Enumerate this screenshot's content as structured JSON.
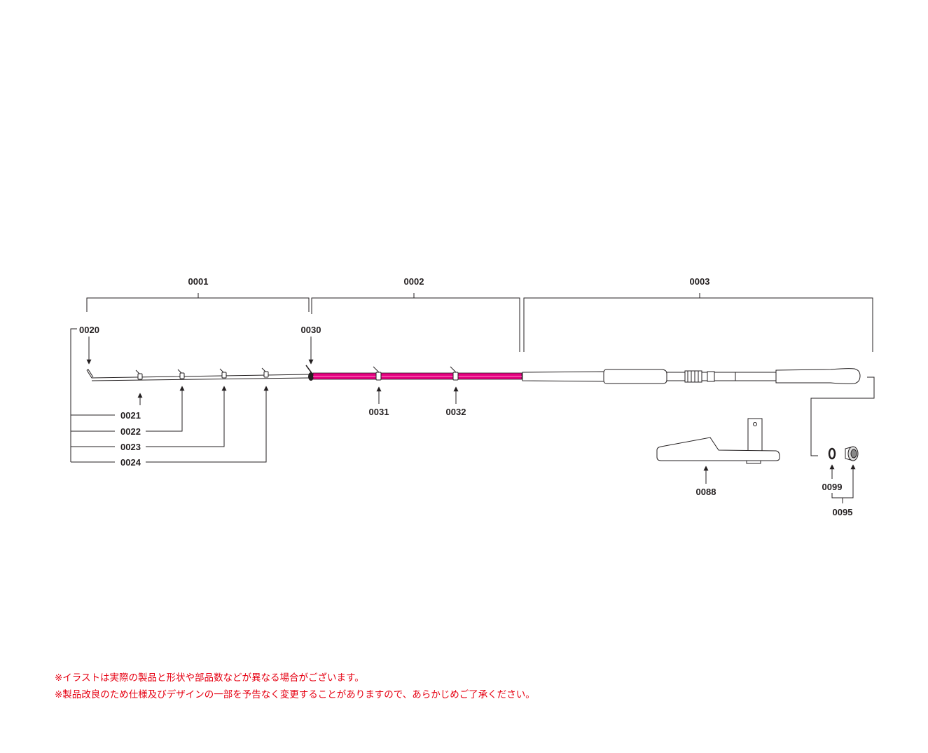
{
  "labels": {
    "l0001": "0001",
    "l0002": "0002",
    "l0003": "0003",
    "l0020": "0020",
    "l0030": "0030",
    "l0021": "0021",
    "l0022": "0022",
    "l0023": "0023",
    "l0024": "0024",
    "l0031": "0031",
    "l0032": "0032",
    "l0088": "0088",
    "l0099": "0099",
    "l0095": "0095"
  },
  "notes": [
    "※イラストは実際の製品と形状や部品数などが異なる場合がございます。",
    "※製品改良のため仕様及びデザインの一部を予告なく変更することがありますので、あらかじめご了承ください。"
  ],
  "colors": {
    "line": "#231f20",
    "middle_section": "#e4007f",
    "notes": "#e60012"
  }
}
